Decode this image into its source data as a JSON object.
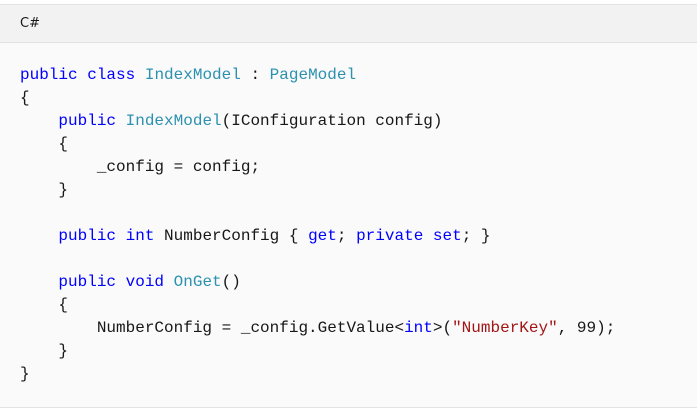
{
  "header": {
    "language": "C#"
  },
  "colors": {
    "keyword": "#0000ff",
    "type": "#2b91af",
    "string": "#a31515",
    "plain": "#171717",
    "header_bg": "#f2f2f2",
    "code_bg": "#fafafa"
  },
  "code": {
    "lines": [
      [
        {
          "t": "kw",
          "v": "public"
        },
        {
          "t": "pl",
          "v": " "
        },
        {
          "t": "kw",
          "v": "class"
        },
        {
          "t": "pl",
          "v": " "
        },
        {
          "t": "ty",
          "v": "IndexModel"
        },
        {
          "t": "pl",
          "v": " : "
        },
        {
          "t": "ty",
          "v": "PageModel"
        }
      ],
      [
        {
          "t": "pl",
          "v": "{"
        }
      ],
      [
        {
          "t": "pl",
          "v": "    "
        },
        {
          "t": "kw",
          "v": "public"
        },
        {
          "t": "pl",
          "v": " "
        },
        {
          "t": "ty",
          "v": "IndexModel"
        },
        {
          "t": "pl",
          "v": "(IConfiguration config)"
        }
      ],
      [
        {
          "t": "pl",
          "v": "    {"
        }
      ],
      [
        {
          "t": "pl",
          "v": "        _config = config;"
        }
      ],
      [
        {
          "t": "pl",
          "v": "    }"
        }
      ],
      [
        {
          "t": "pl",
          "v": ""
        }
      ],
      [
        {
          "t": "pl",
          "v": "    "
        },
        {
          "t": "kw",
          "v": "public"
        },
        {
          "t": "pl",
          "v": " "
        },
        {
          "t": "kw",
          "v": "int"
        },
        {
          "t": "pl",
          "v": " NumberConfig { "
        },
        {
          "t": "kw",
          "v": "get"
        },
        {
          "t": "pl",
          "v": "; "
        },
        {
          "t": "kw",
          "v": "private"
        },
        {
          "t": "pl",
          "v": " "
        },
        {
          "t": "kw",
          "v": "set"
        },
        {
          "t": "pl",
          "v": "; }"
        }
      ],
      [
        {
          "t": "pl",
          "v": ""
        }
      ],
      [
        {
          "t": "pl",
          "v": "    "
        },
        {
          "t": "kw",
          "v": "public"
        },
        {
          "t": "pl",
          "v": " "
        },
        {
          "t": "kw",
          "v": "void"
        },
        {
          "t": "pl",
          "v": " "
        },
        {
          "t": "ty",
          "v": "OnGet"
        },
        {
          "t": "pl",
          "v": "()"
        }
      ],
      [
        {
          "t": "pl",
          "v": "    {"
        }
      ],
      [
        {
          "t": "pl",
          "v": "        NumberConfig = _config.GetValue<"
        },
        {
          "t": "kw",
          "v": "int"
        },
        {
          "t": "pl",
          "v": ">("
        },
        {
          "t": "str",
          "v": "\"NumberKey\""
        },
        {
          "t": "pl",
          "v": ", 99);"
        }
      ],
      [
        {
          "t": "pl",
          "v": "    }"
        }
      ],
      [
        {
          "t": "pl",
          "v": "}"
        }
      ]
    ]
  }
}
